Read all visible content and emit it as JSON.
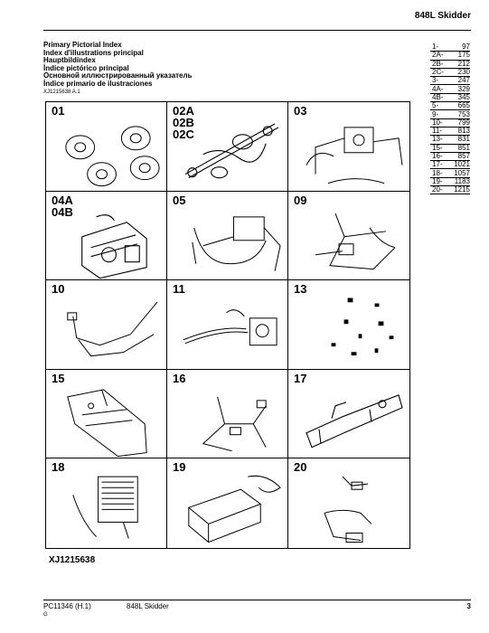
{
  "header": {
    "title": "848L Skidder"
  },
  "titles": [
    "Primary Pictorial Index",
    "Index d'illustrations principal",
    "Hauptbildindex",
    "Índice pictórico principal",
    "Основной иллюстрированный указатель",
    "Índice primario de ilustraciones"
  ],
  "figure_id_top": "XJ1215638 A.1",
  "page_index": [
    {
      "key": "1-",
      "page": "97"
    },
    {
      "key": "2A-",
      "page": "175"
    },
    {
      "key": "2B-",
      "page": "212"
    },
    {
      "key": "2C-",
      "page": "230"
    },
    {
      "key": "3-",
      "page": "247"
    },
    {
      "key": "4A-",
      "page": "329"
    },
    {
      "key": "4B-",
      "page": "345"
    },
    {
      "key": "5-",
      "page": "665"
    },
    {
      "key": "9-",
      "page": "753"
    },
    {
      "key": "10-",
      "page": "799"
    },
    {
      "key": "11-",
      "page": "813"
    },
    {
      "key": "13-",
      "page": "831"
    },
    {
      "key": "15-",
      "page": "851"
    },
    {
      "key": "16-",
      "page": "857"
    },
    {
      "key": "17-",
      "page": "1021"
    },
    {
      "key": "18-",
      "page": "1057"
    },
    {
      "key": "19-",
      "page": "1183"
    },
    {
      "key": "20-",
      "page": "1215"
    }
  ],
  "grid_cells": [
    {
      "labels": [
        "01"
      ],
      "icon": "tires-icon"
    },
    {
      "labels": [
        "02A",
        "02B",
        "02C"
      ],
      "icon": "axle-icon"
    },
    {
      "labels": [
        "03"
      ],
      "icon": "transmission-icon"
    },
    {
      "labels": [
        "04A",
        "04B"
      ],
      "icon": "engine-icon"
    },
    {
      "labels": [
        "05"
      ],
      "icon": "hydraulic-assembly-icon"
    },
    {
      "labels": [
        "09"
      ],
      "icon": "hydraulic-lines-icon"
    },
    {
      "labels": [
        "10"
      ],
      "icon": "brake-lines-icon"
    },
    {
      "labels": [
        "11"
      ],
      "icon": "steering-pump-icon"
    },
    {
      "labels": [
        "13"
      ],
      "icon": "small-parts-icon"
    },
    {
      "labels": [
        "15"
      ],
      "icon": "cab-frame-icon"
    },
    {
      "labels": [
        "16"
      ],
      "icon": "wiring-harness-icon"
    },
    {
      "labels": [
        "17"
      ],
      "icon": "chassis-frame-icon"
    },
    {
      "labels": [
        "18"
      ],
      "icon": "radiator-icon"
    },
    {
      "labels": [
        "19"
      ],
      "icon": "cooling-package-icon"
    },
    {
      "labels": [
        "20"
      ],
      "icon": "electrical-parts-icon"
    }
  ],
  "figure_id_bottom": "XJ1215638",
  "footer": {
    "code": "PC11346   (H.1)",
    "model": "848L Skidder",
    "page_number": "3",
    "mark": "G"
  }
}
